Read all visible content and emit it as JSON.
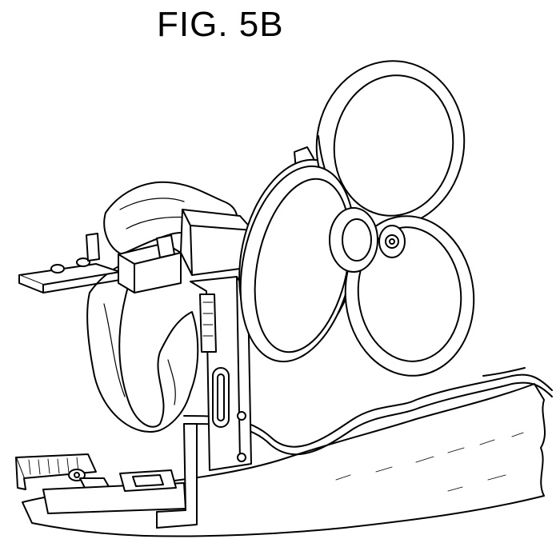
{
  "figure": {
    "label": "FIG. 5B"
  },
  "drawing": {
    "kind": "patent line drawing",
    "line_color": "#000000",
    "background": "#ffffff",
    "parts": [
      "base-platform",
      "upright-post",
      "hinge-block",
      "fabric-cushion",
      "bracket-plate",
      "fan-hub",
      "fan-blade-top",
      "fan-blade-left",
      "fan-blade-right",
      "cord"
    ]
  }
}
